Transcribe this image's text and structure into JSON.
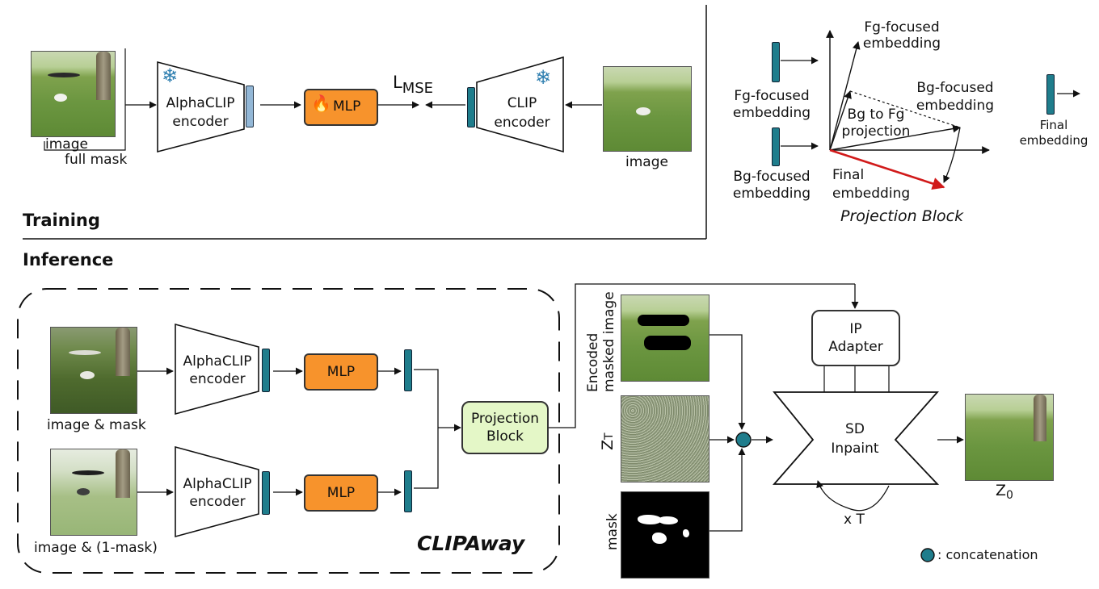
{
  "training": {
    "section_title": "Training",
    "image_label": "image",
    "full_mask_label": "full mask",
    "alphaclip_label_1": "AlphaCLIP",
    "alphaclip_label_2": "encoder",
    "mlp_label": "MLP",
    "loss_label": "L",
    "loss_sub": "MSE",
    "clip_label_1": "CLIP",
    "clip_label_2": "encoder",
    "right_image_label": "image",
    "freeze_icon": "snowflake-icon",
    "trainable_icon": "flame-icon"
  },
  "projection_block": {
    "title": "Projection Block",
    "fg_input_1": "Fg-focused",
    "fg_input_2": "embedding",
    "bg_input_1": "Bg-focused",
    "bg_input_2": "embedding",
    "fg_vec_1": "Fg-focused",
    "fg_vec_2": "embedding",
    "bg_vec_1": "Bg-focused",
    "bg_vec_2": "embedding",
    "bg_to_fg_1": "Bg to Fg",
    "bg_to_fg_2": "projection",
    "final_1": "Final",
    "final_2": "embedding",
    "final_out_1": "Final",
    "final_out_2": "embedding",
    "final_vector_color": "#d11a1a"
  },
  "inference": {
    "section_title": "Inference",
    "image_mask_label": "image & mask",
    "image_inv_mask_label": "image & (1-mask)",
    "alphaclip_label_1": "AlphaCLIP",
    "alphaclip_label_2": "encoder",
    "mlp_label": "MLP",
    "projection_label_1": "Projection",
    "projection_label_2": "Block",
    "clipaway_label": "CLIPAway",
    "encoded_label_1": "Encoded",
    "encoded_label_2": "masked image",
    "zt_label": "Z",
    "zt_sub": "T",
    "mask_label": "mask",
    "ip_label_1": "IP",
    "ip_label_2": "Adapter",
    "sd_label_1": "SD",
    "sd_label_2": "Inpaint",
    "loop_label": "x T",
    "z0_label": "Z",
    "z0_sub": "0",
    "legend_label": ": concatenation"
  },
  "colors": {
    "embedding": "#1f7d8c",
    "mlp": "#f7932c",
    "projection_panel": "#e4f7c7",
    "final_arrow": "#d11a1a"
  }
}
